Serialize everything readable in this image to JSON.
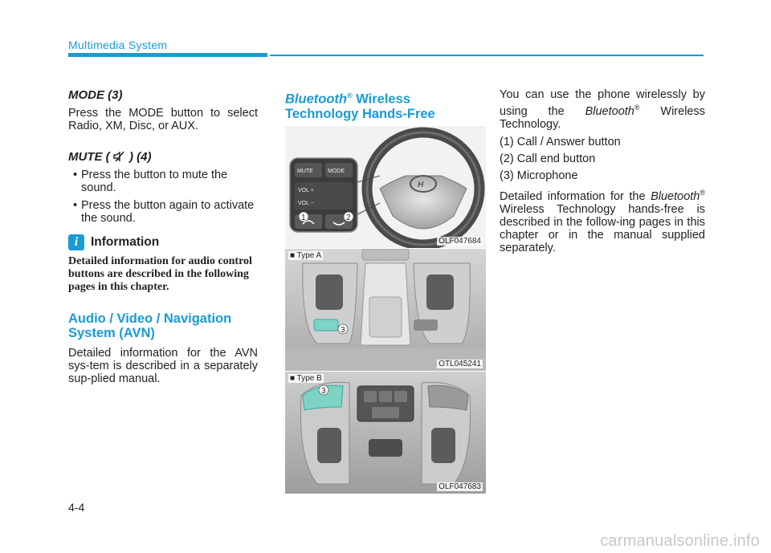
{
  "header": {
    "title": "Multimedia System"
  },
  "mode": {
    "title": "MODE (3)",
    "text": "Press the MODE button to select Radio, XM, Disc, or AUX."
  },
  "mute": {
    "title_pre": "MUTE (",
    "title_post": ") (4)",
    "bullets": [
      "Press the button to mute the sound.",
      "Press the button again to activate the sound."
    ]
  },
  "information": {
    "icon": "i",
    "title": "Information",
    "text": "Detailed information for audio control buttons are described in the following pages in this chapter."
  },
  "avn": {
    "title": "Audio / Video / Navigation System (AVN)",
    "text": "Detailed information for the AVN sys-tem is described in a separately sup-plied manual."
  },
  "bluetooth": {
    "title_italic": "Bluetooth",
    "title_sup": "®",
    "title_rest1": " Wireless",
    "title_rest2": "Technology Hands-Free"
  },
  "figures": {
    "fig1_code": "OLF047684",
    "fig2_type": "■ Type A",
    "fig2_code": "OTL045241",
    "fig3_type": "■ Type B",
    "fig3_code": "OLF047683",
    "wheel_mute": "MUTE",
    "wheel_mode": "MODE",
    "wheel_vol_up": "VOL +",
    "wheel_vol_down": "VOL −",
    "callout1": "1",
    "callout2": "2",
    "callout3a": "3",
    "callout3b": "3"
  },
  "col3": {
    "intro_a": "You can use the phone wirelessly by using the ",
    "intro_italic": "Bluetooth",
    "intro_sup": "®",
    "intro_b": " Wireless Technology.",
    "items": [
      "(1) Call / Answer button",
      "(2) Call end button",
      "(3) Microphone"
    ],
    "detail_a": "Detailed information for the ",
    "detail_italic": "Bluetooth",
    "detail_sup": "®",
    "detail_b": " Wireless Technology hands-free is described in the follow-ing pages in this chapter or in the manual supplied separately."
  },
  "page_number": "4-4",
  "watermark": "carmanualsonline.info",
  "colors": {
    "accent": "#1a9ad6",
    "mic_highlight": "#7fd3c4"
  }
}
